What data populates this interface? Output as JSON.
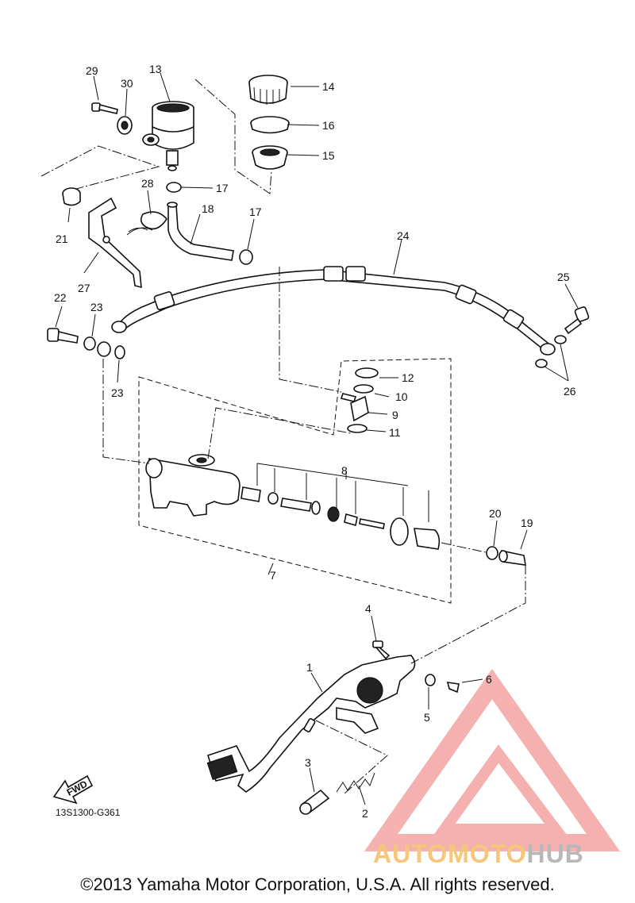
{
  "diagram": {
    "code": "13S1300-G361",
    "fwd_label": "FWD",
    "copyright": "©2013 Yamaha Motor Corporation, U.S.A. All rights reserved.",
    "callouts": [
      "1",
      "2",
      "3",
      "4",
      "5",
      "6",
      "7",
      "8",
      "9",
      "10",
      "11",
      "12",
      "13",
      "14",
      "15",
      "16",
      "17",
      "17",
      "18",
      "19",
      "20",
      "21",
      "22",
      "23",
      "23",
      "24",
      "25",
      "26",
      "27",
      "28",
      "29",
      "30"
    ]
  },
  "watermark": {
    "part_a": "AUTOMOTO",
    "part_b": "HUB",
    "colors": {
      "triangle": "#f4a3a3",
      "text_a": "#f4c77a",
      "text_b": "#b8b8b8"
    }
  }
}
